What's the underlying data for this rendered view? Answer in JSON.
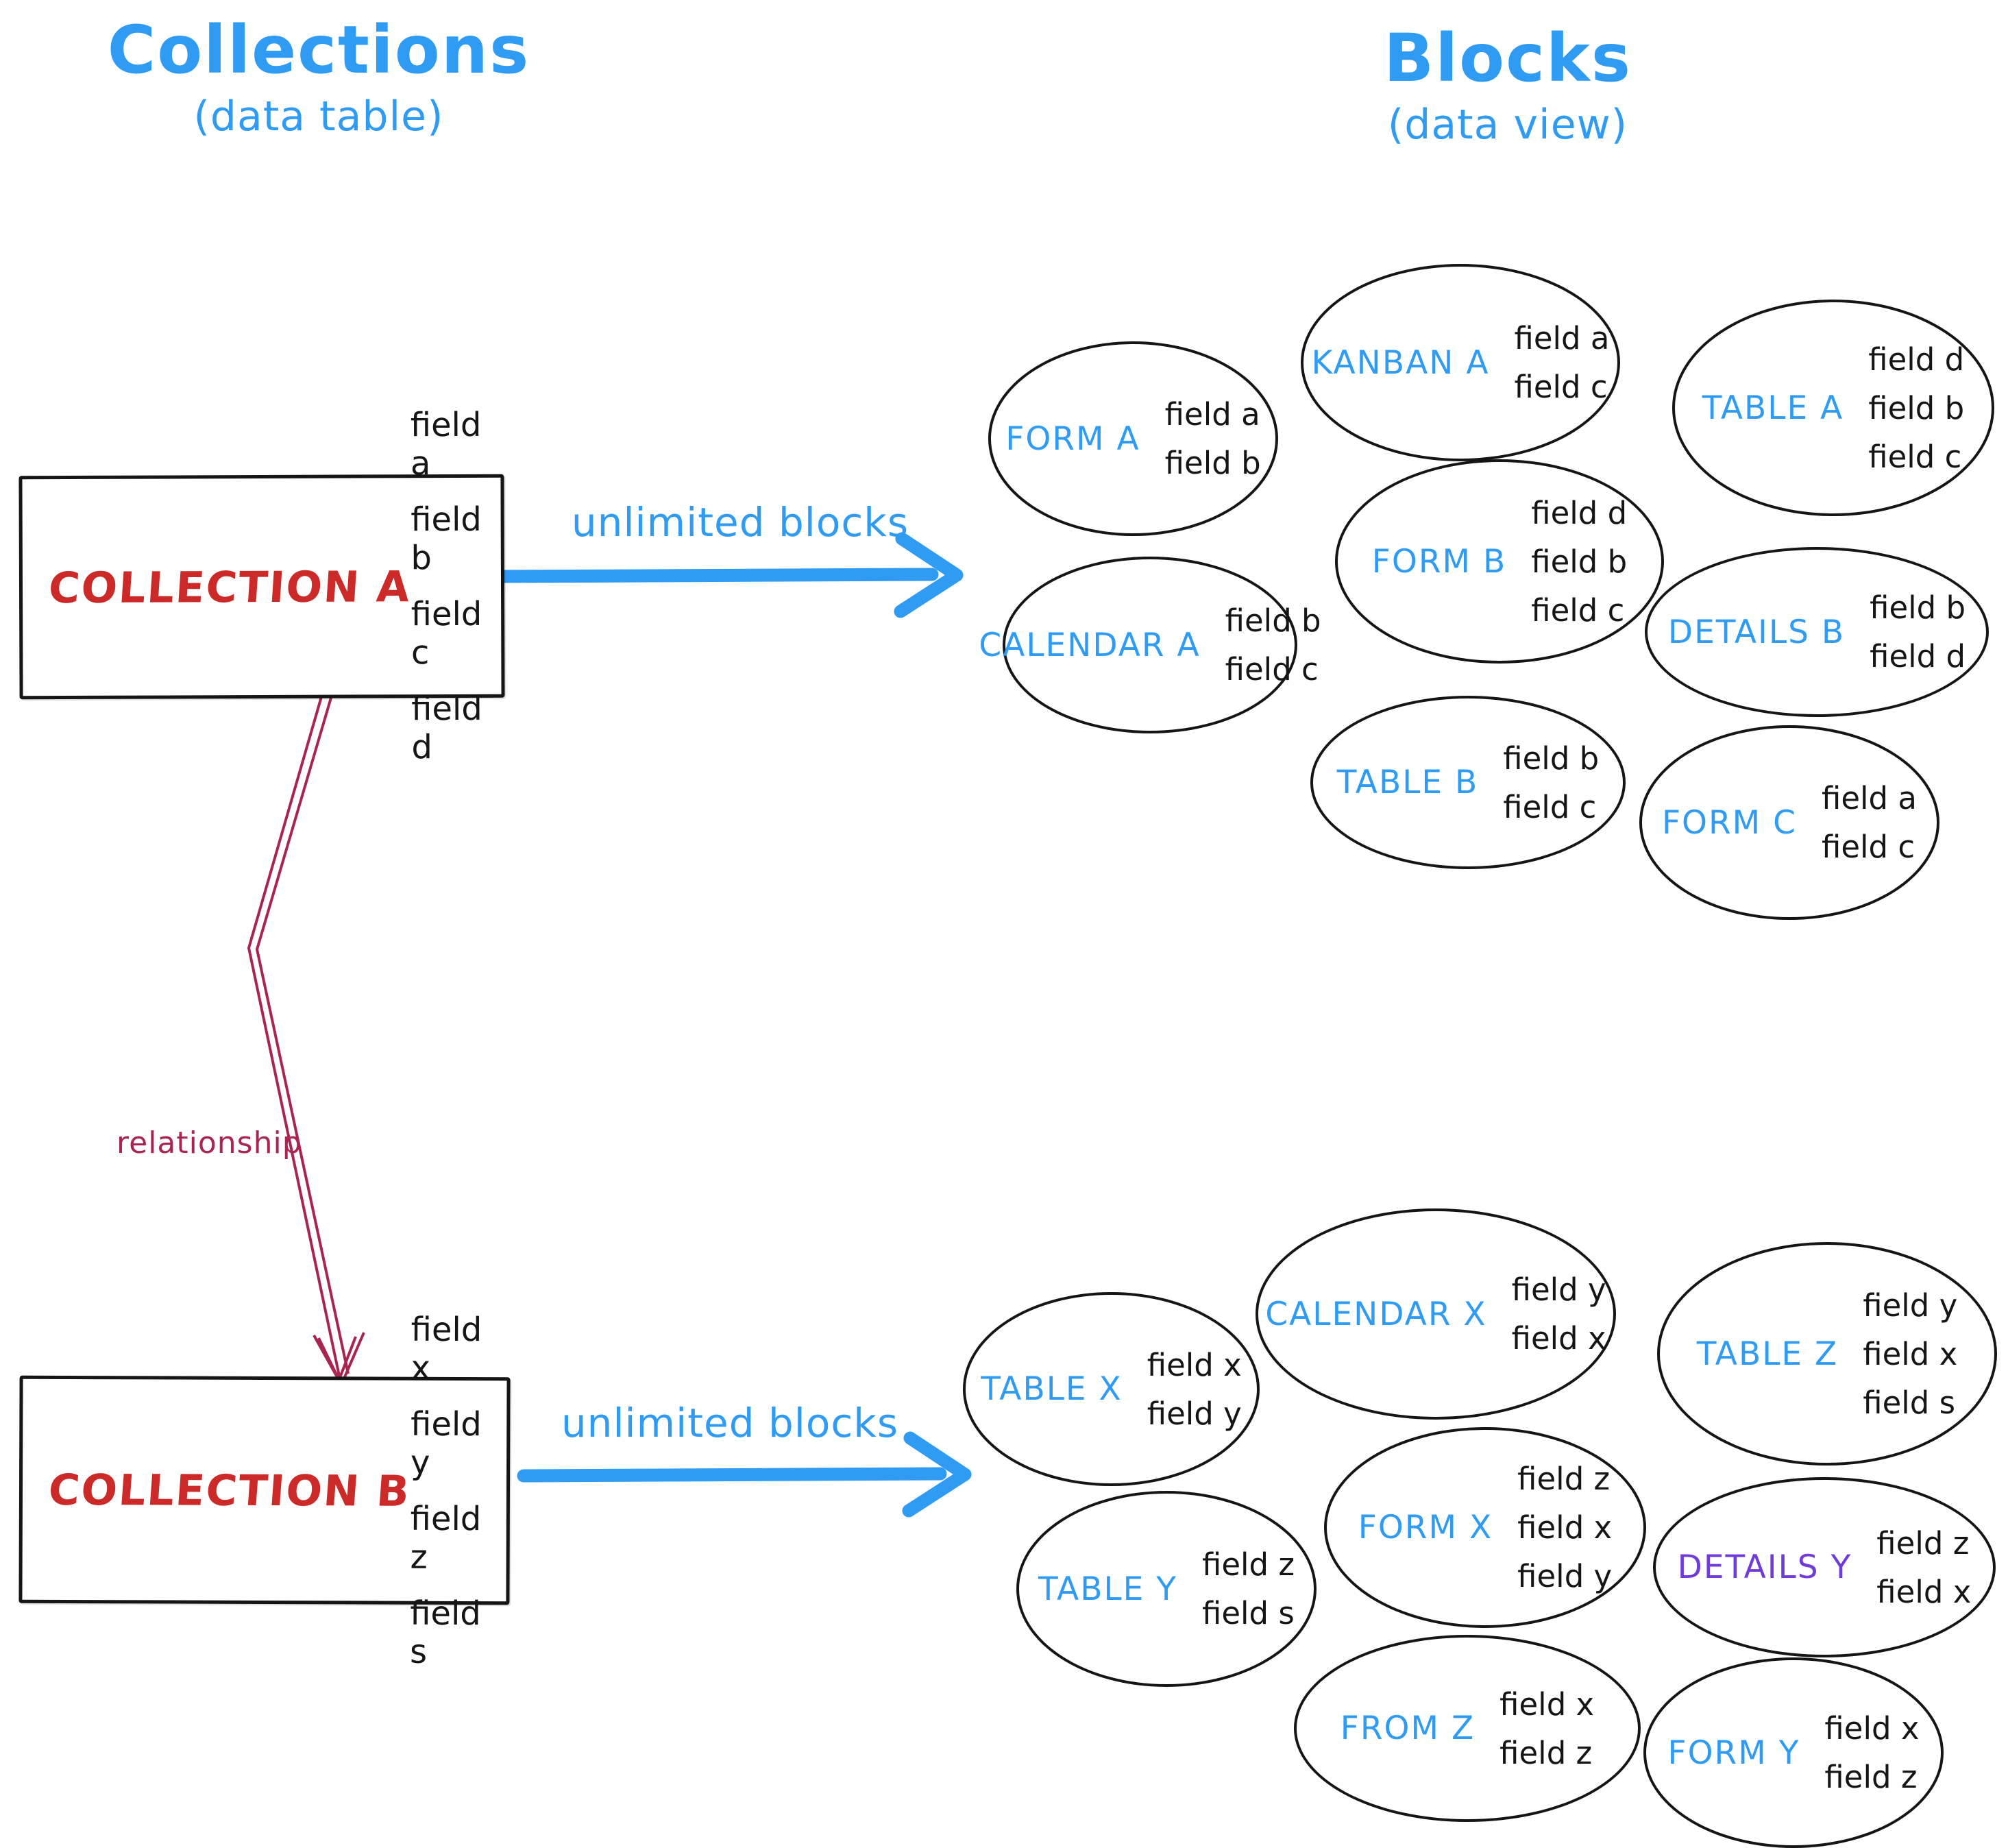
{
  "headers": {
    "left": {
      "title": "Collections",
      "subtitle": "(data table)"
    },
    "right": {
      "title": "Blocks",
      "subtitle": "(data view)"
    }
  },
  "colors": {
    "accent_blue": "#2f9bf3",
    "collection_red": "#cc2a28",
    "relationship_crimson": "#a92550",
    "details_purple": "#6f3bdb",
    "ink_black": "#151515"
  },
  "collections": [
    {
      "title": "COLLECTION A",
      "fields": [
        "field a",
        "field b",
        "field c",
        "field d"
      ],
      "arrow_label": "unlimited blocks"
    },
    {
      "title": "COLLECTION B",
      "fields": [
        "field x",
        "field y",
        "field z",
        "field s"
      ],
      "arrow_label": "unlimited blocks"
    }
  ],
  "relationship": {
    "label": "relationship"
  },
  "blocks": {
    "cluster_a": [
      {
        "label": "FORM A",
        "fields": [
          "field a",
          "field b"
        ]
      },
      {
        "label": "KANBAN A",
        "fields": [
          "field a",
          "field c"
        ]
      },
      {
        "label": "TABLE A",
        "fields": [
          "field d",
          "field b",
          "field c"
        ]
      },
      {
        "label": "CALENDAR A",
        "fields": [
          "field b",
          "field c"
        ]
      },
      {
        "label": "FORM B",
        "fields": [
          "field d",
          "field b",
          "field c"
        ]
      },
      {
        "label": "DETAILS B",
        "fields": [
          "field b",
          "field d"
        ]
      },
      {
        "label": "TABLE B",
        "fields": [
          "field b",
          "field c"
        ]
      },
      {
        "label": "FORM C",
        "fields": [
          "field a",
          "field c"
        ]
      }
    ],
    "cluster_b": [
      {
        "label": "TABLE X",
        "fields": [
          "field x",
          "field y"
        ]
      },
      {
        "label": "CALENDAR X",
        "fields": [
          "field y",
          "field x"
        ]
      },
      {
        "label": "TABLE Z",
        "fields": [
          "field y",
          "field x",
          "field s"
        ]
      },
      {
        "label": "FORM X",
        "fields": [
          "field z",
          "field x",
          "field y"
        ]
      },
      {
        "label": "TABLE Y",
        "fields": [
          "field z",
          "field s"
        ]
      },
      {
        "label": "DETAILS Y",
        "fields": [
          "field z",
          "field x"
        ]
      },
      {
        "label": "FROM Z",
        "fields": [
          "field x",
          "field z"
        ]
      },
      {
        "label": "FORM Y",
        "fields": [
          "field x",
          "field z"
        ]
      }
    ]
  }
}
